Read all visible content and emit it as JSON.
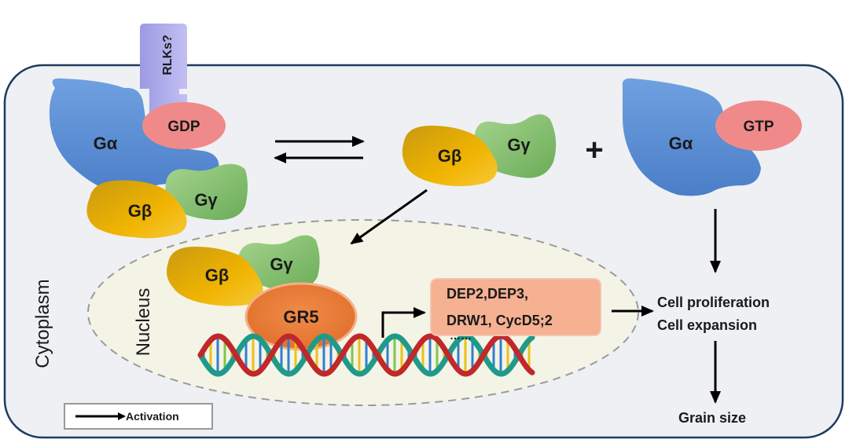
{
  "labels": {
    "receptor": "RLKs?",
    "g_alpha": "Gα",
    "gdp": "GDP",
    "gtp": "GTP",
    "g_beta": "Gβ",
    "g_gamma": "Gγ",
    "plus": "+",
    "gr5": "GR5",
    "cytoplasm": "Cytoplasm",
    "nucleus": "Nucleus",
    "genes_line1": "DEP2,DEP3,",
    "genes_line2": "DRW1, CycD5;2",
    "genes_more": "……",
    "outcome_1": "Cell proliferation",
    "outcome_2": "Cell expansion",
    "final_outcome": "Grain size",
    "legend_activation": "Activation"
  },
  "colors": {
    "cell_fill": "#eef0f3",
    "cell_border": "#1f3a5f",
    "nucleus_fill": "#f4f4e6",
    "g_alpha": "#5b8fd6",
    "gdp_gtp": "#f08a8a",
    "g_beta": "#e8a800",
    "g_gamma": "#7fbf6a",
    "gr5": "#ea7d3c",
    "receptor": "#a8a6e6",
    "gene_box": "#f6b092"
  },
  "icons": [
    "dna-helix-icon",
    "equilibrium-arrows-icon",
    "activation-arrow-icon"
  ]
}
